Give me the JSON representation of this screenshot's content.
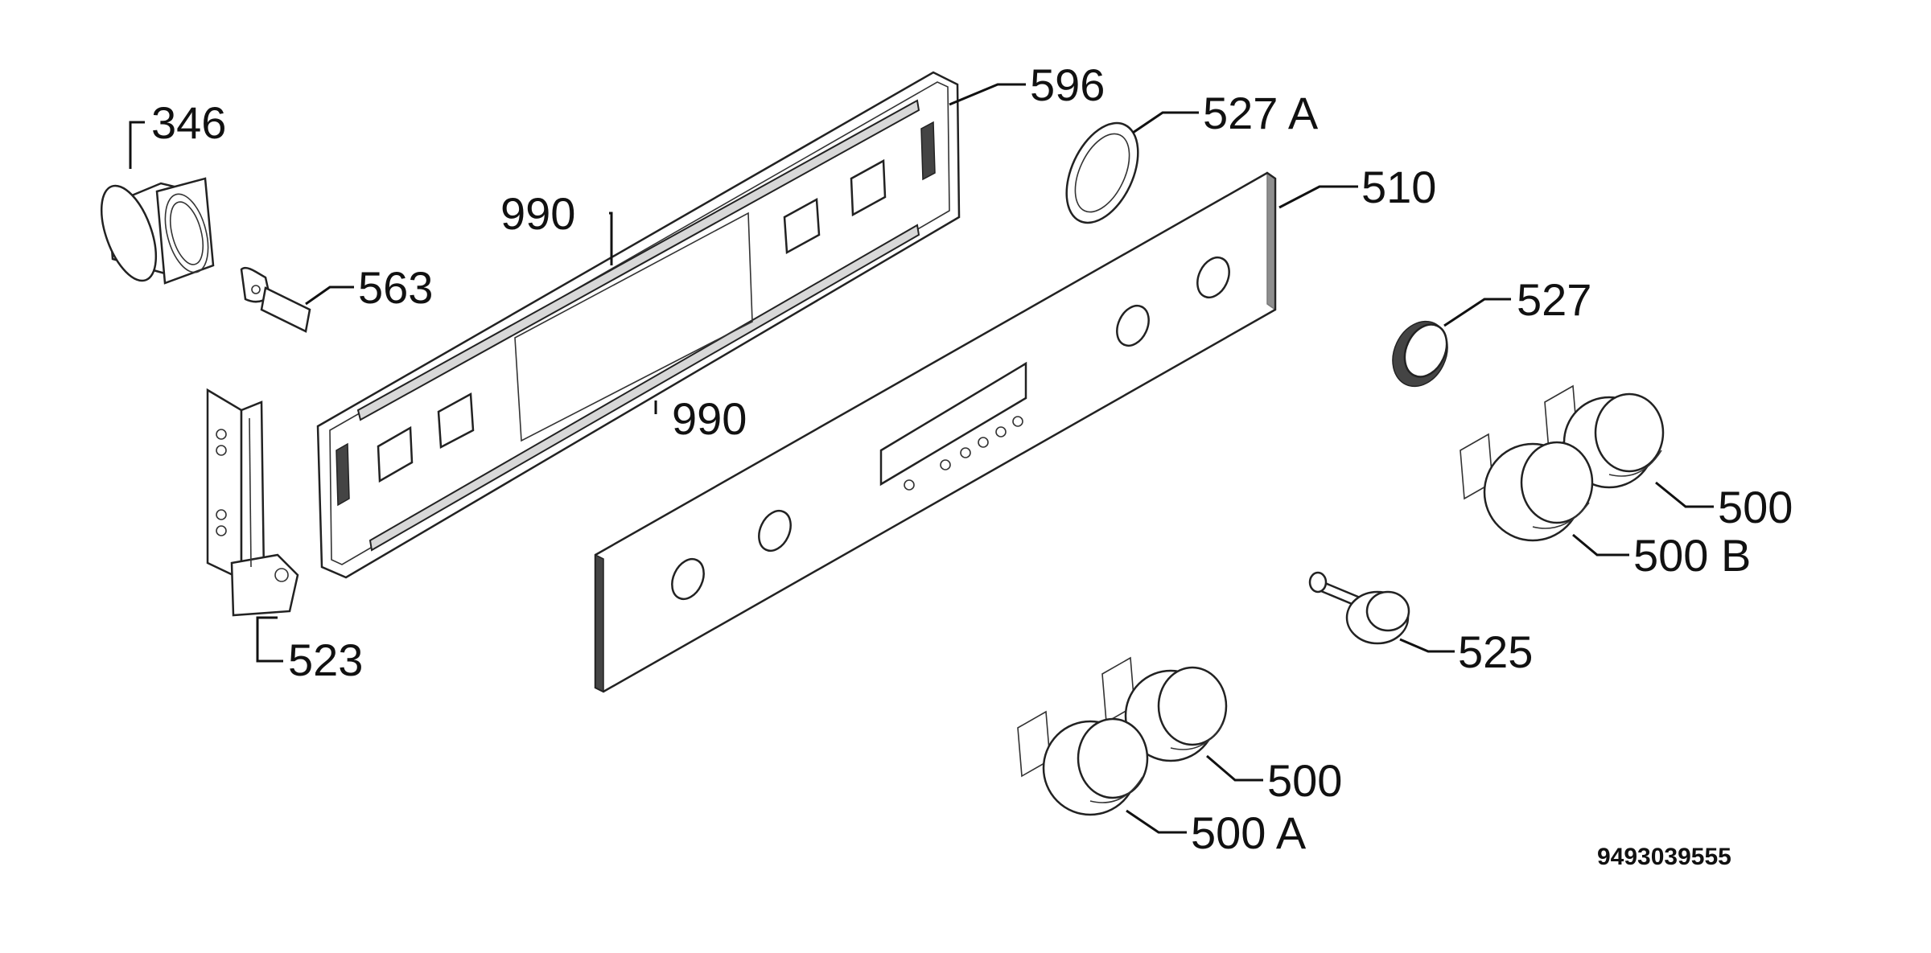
{
  "diagram": {
    "labels": {
      "l346": "346",
      "l563": "563",
      "l523": "523",
      "l990_top": "990",
      "l990_bottom": "990",
      "l596": "596",
      "l527A": "527 A",
      "l510": "510",
      "l527": "527",
      "l500_right": "500",
      "l500B": "500 B",
      "l525": "525",
      "l500_bottom": "500",
      "l500A": "500 A"
    },
    "document_code": "9493039555"
  }
}
